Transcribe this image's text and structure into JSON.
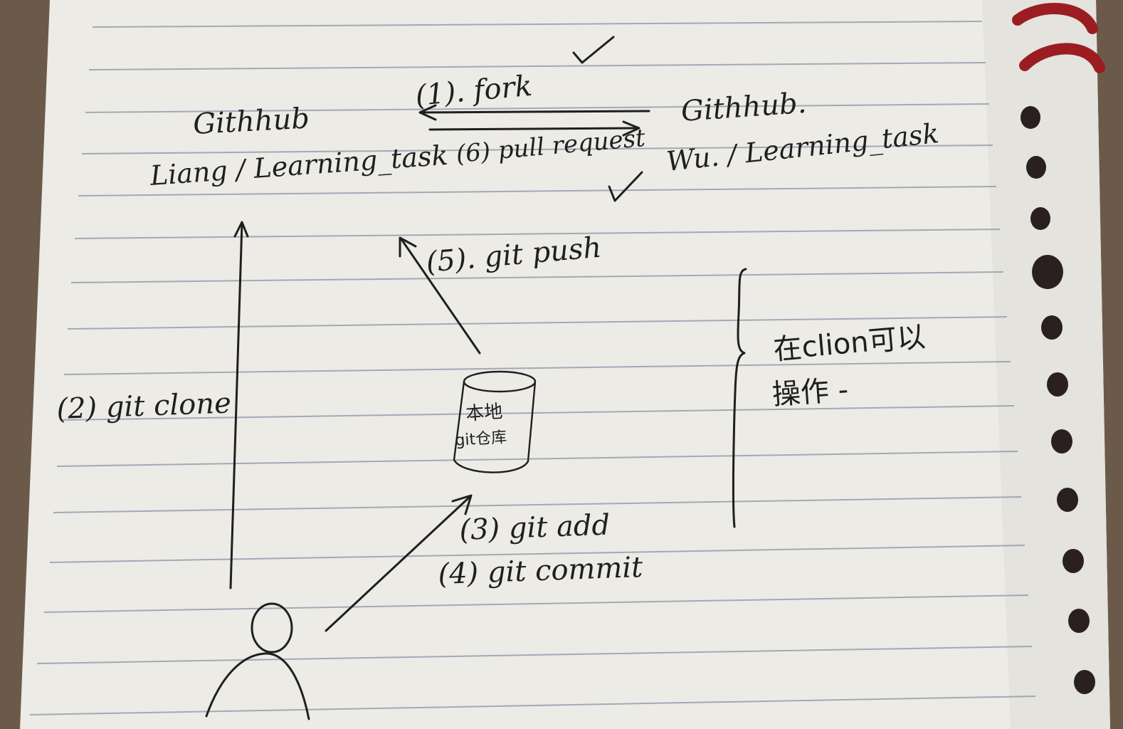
{
  "colors": {
    "paper": "#ecebe6",
    "rule_line": "#8a94a6",
    "ink": "#1f1f1f",
    "table": "#6b5a4a",
    "binder_ring": "#9b1d22",
    "hole": "#2a2020"
  },
  "left_repo": {
    "host": "Githhub",
    "name": "Liang / Learning_task"
  },
  "right_repo": {
    "host": "Githhub.",
    "name": "Wu. / Learning_task"
  },
  "steps": {
    "fork": "(1). fork",
    "clone": "(2) git clone",
    "add": "(3) git add",
    "commit": "(4) git commit",
    "push": "(5). git push",
    "pull_request": "(6) pull request"
  },
  "local_repo": {
    "line1": "本地",
    "line2": "git仓库"
  },
  "brace_note": {
    "line1": "在clion可以",
    "line2": "操作 -"
  },
  "icons": [
    "checkmark-icon",
    "person-icon",
    "cylinder-icon",
    "binder-ring-icon"
  ]
}
